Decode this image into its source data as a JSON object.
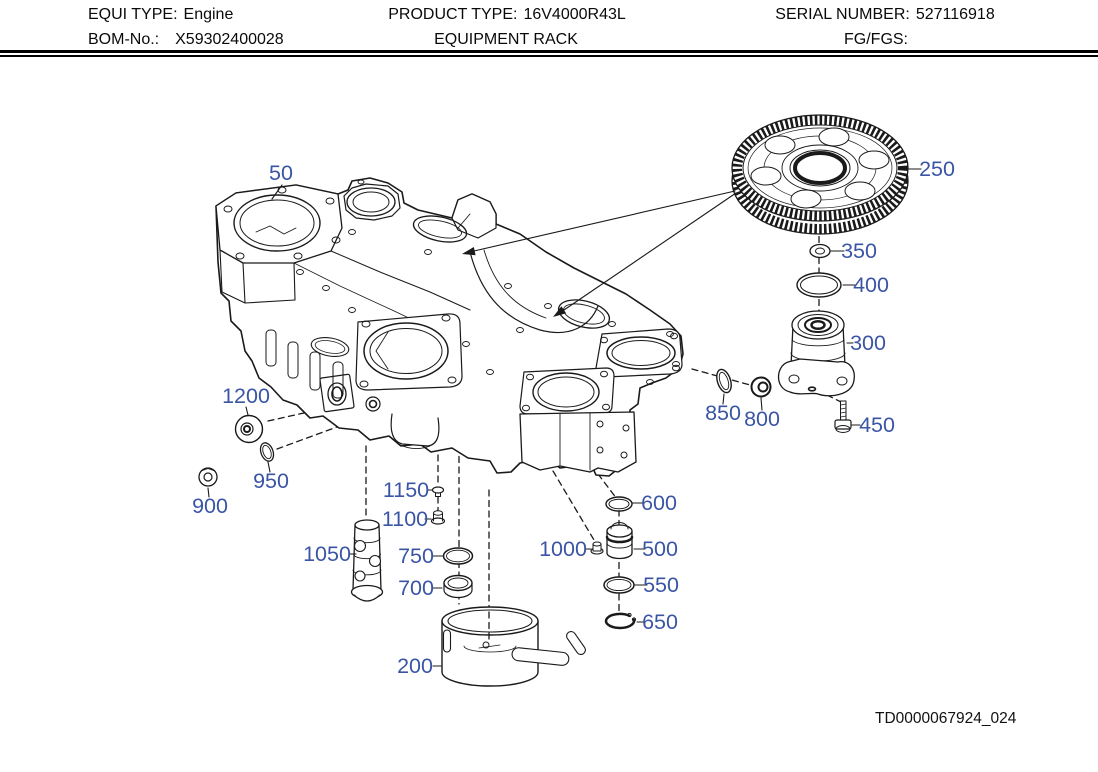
{
  "header": {
    "row1": [
      {
        "label": "EQUI TYPE:",
        "value": "Engine"
      },
      {
        "label": "PRODUCT TYPE:",
        "value": "16V4000R43L"
      },
      {
        "label": "SERIAL NUMBER:",
        "value": "527116918"
      }
    ],
    "row2": [
      {
        "label": "BOM-No.:",
        "value": "X59302400028"
      },
      {
        "label": "",
        "value": "EQUIPMENT RACK"
      },
      {
        "label": "FG/FGS:",
        "value": ""
      }
    ]
  },
  "drawing": {
    "doc_number": "TD0000067924_024",
    "callout_color": "#3B55A5",
    "line_color": "#1A1A1A",
    "callouts": [
      {
        "label": "50"
      },
      {
        "label": "250"
      },
      {
        "label": "350"
      },
      {
        "label": "400"
      },
      {
        "label": "300"
      },
      {
        "label": "450"
      },
      {
        "label": "850"
      },
      {
        "label": "800"
      },
      {
        "label": "1200"
      },
      {
        "label": "950"
      },
      {
        "label": "900"
      },
      {
        "label": "1150"
      },
      {
        "label": "1100"
      },
      {
        "label": "1050"
      },
      {
        "label": "750"
      },
      {
        "label": "700"
      },
      {
        "label": "200"
      },
      {
        "label": "600"
      },
      {
        "label": "1000"
      },
      {
        "label": "500"
      },
      {
        "label": "550"
      },
      {
        "label": "650"
      }
    ]
  }
}
